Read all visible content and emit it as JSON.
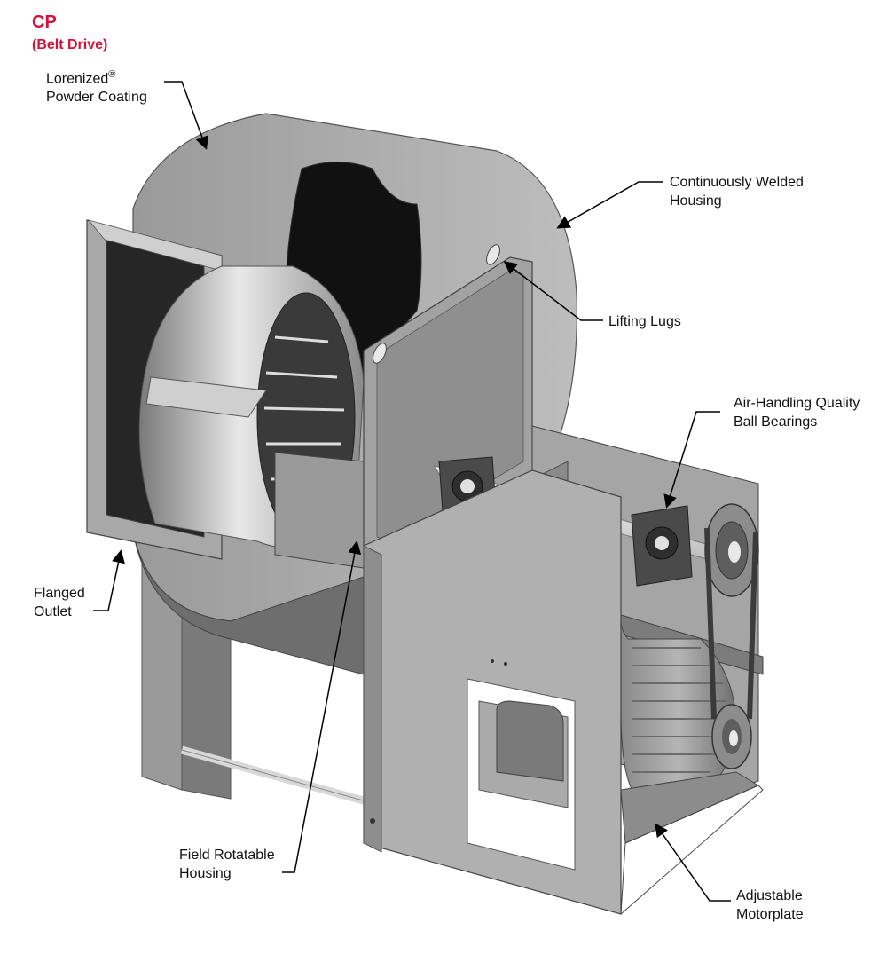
{
  "header": {
    "model": "CP",
    "drive": "(Belt Drive)"
  },
  "callouts": {
    "coating": {
      "line1": "Lorenized",
      "mark": "®",
      "line2": "Powder Coating"
    },
    "welded": {
      "line1": "Continuously Welded",
      "line2": "Housing"
    },
    "lugs": {
      "line1": "Lifting Lugs"
    },
    "bearings": {
      "line1": "Air-Handling Quality",
      "line2": "Ball Bearings"
    },
    "outlet": {
      "line1": "Flanged",
      "line2": "Outlet"
    },
    "rotatable": {
      "line1": "Field Rotatable",
      "line2": "Housing"
    },
    "motorplate": {
      "line1": "Adjustable",
      "line2": "Motorplate"
    }
  },
  "colors": {
    "title": "#d3123a",
    "metal_light": "#b4b4b4",
    "metal_mid": "#8f8f8f",
    "metal_dark": "#5a5a5a",
    "shadow": "#1c1c1c"
  }
}
